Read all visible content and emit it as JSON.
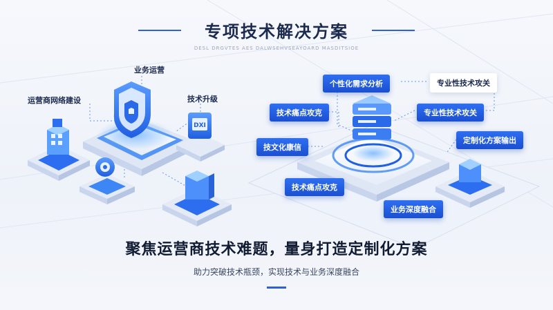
{
  "header": {
    "title": "专项技术解决方案",
    "subtitle_en": "DESL DRGVTES AES DALWSEHVSEAYOARD MASDITSIOE"
  },
  "left_cluster": {
    "labels": {
      "business_ops": "业务运营",
      "network_build": "运营商网络建设",
      "tech_upgrade": "技术升级"
    }
  },
  "right_cluster": {
    "tags": {
      "personalized_analysis": "个性化需求分析",
      "professional_tech_top": "专业性技术攻关",
      "pain_point_top": "技术痛点攻克",
      "professional_tech_mid": "专业性技术攻关",
      "tech_culture": "技文化康信",
      "custom_output": "定制化方案输出",
      "pain_point_bottom": "技术痛点攻克",
      "business_integration": "业务深度融合"
    }
  },
  "footer": {
    "headline": "聚焦运营商技术难题，量身打造定制化方案",
    "tagline": "助力突破技术瓶颈，实现技术与业务深度融合"
  },
  "colors": {
    "accent": "#2d5fe0",
    "dark_text": "#1b2a4e"
  }
}
